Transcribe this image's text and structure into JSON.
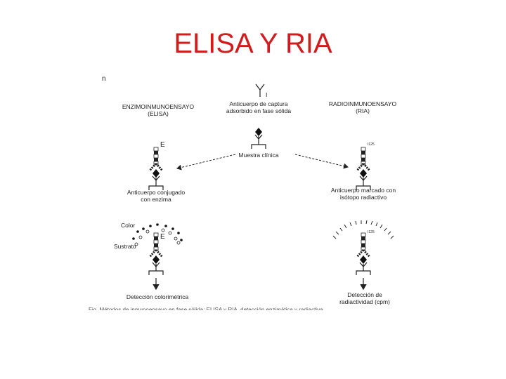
{
  "title": "ELISA Y RIA",
  "diagram": {
    "panel_letter": "n",
    "header_elisa": [
      "ENZIMOINMUNOENSAYO",
      "(ELISA)"
    ],
    "header_capture": [
      "Anticuerpo de captura",
      "adsorbido en fase sólida"
    ],
    "header_ria": [
      "RADIOINMUNOENSAYO",
      "(RIA)"
    ],
    "capture_label": "I",
    "sample_label": "Muestra clínica",
    "elisa_conj_label": [
      "Anticuerpo conjugado",
      "con enzima"
    ],
    "elisa_enzyme_letter_1": "E",
    "elisa_enzyme_letter_2": "E",
    "color_label": "Color",
    "substrate_label": "Sustrato",
    "elisa_result": "Detección colorimétrica",
    "ria_isotope_1": "I125",
    "ria_isotope_2": "I125",
    "ria_label": [
      "Anticuerpo marcado con",
      "isótopo radiactivo"
    ],
    "ria_result": [
      "Detección de",
      "radiactividad (cpm)"
    ],
    "footer_caption": "Fig. Métodos de inmunoensayo en fase sólida: ELISA y RIA, detección enzimática y radiactiva."
  }
}
